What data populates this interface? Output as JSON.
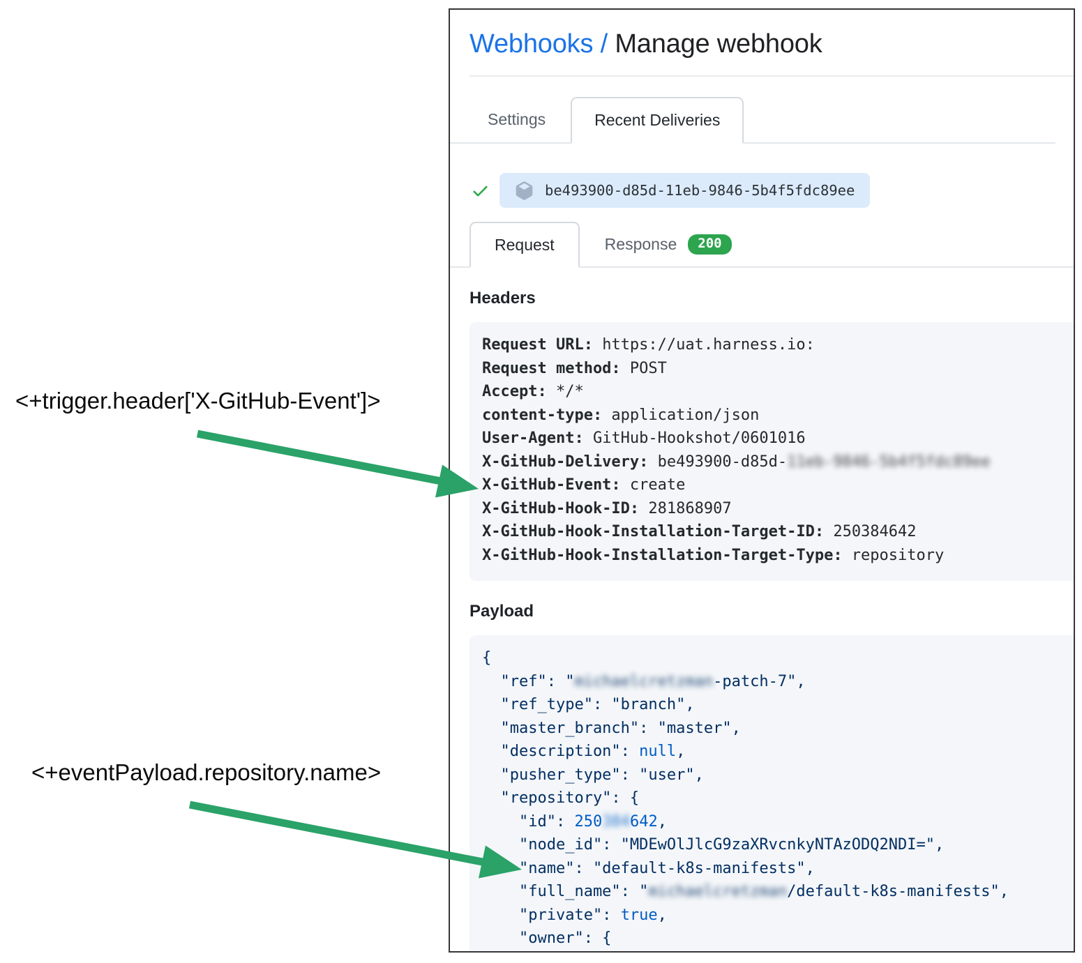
{
  "header": {
    "title_link": "Webhooks /",
    "title_rest": " Manage webhook"
  },
  "tabs": {
    "settings": "Settings",
    "recent_deliveries": "Recent Deliveries"
  },
  "delivery": {
    "guid": "be493900-d85d-11eb-9846-5b4f5fdc89ee"
  },
  "subtabs": {
    "request": "Request",
    "response": "Response",
    "response_status": "200"
  },
  "headers_section": {
    "heading": "Headers",
    "lines": [
      [
        {
          "t": "Request URL:",
          "c": "b"
        },
        {
          "t": " https://uat.harness.io:",
          "c": "n"
        }
      ],
      [
        {
          "t": "Request method:",
          "c": "b"
        },
        {
          "t": " POST",
          "c": "n"
        }
      ],
      [
        {
          "t": "Accept:",
          "c": "b"
        },
        {
          "t": " */*",
          "c": "n"
        }
      ],
      [
        {
          "t": "content-type:",
          "c": "b"
        },
        {
          "t": " application/json",
          "c": "n"
        }
      ],
      [
        {
          "t": "User-Agent:",
          "c": "b"
        },
        {
          "t": " GitHub-Hookshot/0601016",
          "c": "n"
        }
      ],
      [
        {
          "t": "X-GitHub-Delivery:",
          "c": "b"
        },
        {
          "t": " be493900-d85d-",
          "c": "n"
        },
        {
          "t": "11eb-9846-5b4f5fdc89ee",
          "c": "n",
          "blur": true
        }
      ],
      [
        {
          "t": "X-GitHub-Event:",
          "c": "b"
        },
        {
          "t": " create",
          "c": "n"
        }
      ],
      [
        {
          "t": "X-GitHub-Hook-ID:",
          "c": "b"
        },
        {
          "t": " 281868907",
          "c": "n"
        }
      ],
      [
        {
          "t": "X-GitHub-Hook-Installation-Target-ID:",
          "c": "b"
        },
        {
          "t": " 250384642",
          "c": "n"
        }
      ],
      [
        {
          "t": "X-GitHub-Hook-Installation-Target-Type:",
          "c": "b"
        },
        {
          "t": " repository",
          "c": "n"
        }
      ]
    ]
  },
  "payload_section": {
    "heading": "Payload",
    "lines": [
      [
        {
          "t": "{",
          "c": "s"
        }
      ],
      [
        {
          "t": "  \"ref\": \"",
          "c": "s"
        },
        {
          "t": "michaelcretzman",
          "c": "s",
          "blur": true
        },
        {
          "t": "-patch-7\",",
          "c": "s"
        }
      ],
      [
        {
          "t": "  \"ref_type\": \"branch\",",
          "c": "s"
        }
      ],
      [
        {
          "t": "  \"master_branch\": \"master\",",
          "c": "s"
        }
      ],
      [
        {
          "t": "  \"description\": ",
          "c": "s"
        },
        {
          "t": "null",
          "c": "v"
        },
        {
          "t": ",",
          "c": "s"
        }
      ],
      [
        {
          "t": "  \"pusher_type\": \"user\",",
          "c": "s"
        }
      ],
      [
        {
          "t": "  \"repository\": {",
          "c": "s"
        }
      ],
      [
        {
          "t": "    \"id\": ",
          "c": "s"
        },
        {
          "t": "250",
          "c": "v"
        },
        {
          "t": "384",
          "c": "v",
          "blur": true
        },
        {
          "t": "642",
          "c": "v"
        },
        {
          "t": ",",
          "c": "s"
        }
      ],
      [
        {
          "t": "    \"node_id\": \"MDEwOlJlcG9zaXRvcnkyNTAzODQ2NDI=\",",
          "c": "s"
        }
      ],
      [
        {
          "t": "    \"name\": \"default-k8s-manifests\",",
          "c": "s"
        }
      ],
      [
        {
          "t": "    \"full_name\": \"",
          "c": "s"
        },
        {
          "t": "michaelcretzman",
          "c": "s",
          "blur": true
        },
        {
          "t": "/default-k8s-manifests\",",
          "c": "s"
        }
      ],
      [
        {
          "t": "    \"private\": ",
          "c": "s"
        },
        {
          "t": "true",
          "c": "v"
        },
        {
          "t": ",",
          "c": "s"
        }
      ],
      [
        {
          "t": "    \"owner\": {",
          "c": "s"
        }
      ]
    ]
  },
  "annotations": {
    "trigger_header": "<+trigger.header['X-GitHub-Event']>",
    "event_payload": "<+eventPayload.repository.name>"
  },
  "colors": {
    "link_blue": "#1a73e8",
    "arrow_green": "#2aa268",
    "badge_green": "#2da44e",
    "check_green": "#28a745",
    "delivery_pill_bg": "#dcebfb",
    "code_block_bg": "#f4f6f9",
    "json_string_navy": "#032f62",
    "json_value_blue": "#005cc5"
  }
}
